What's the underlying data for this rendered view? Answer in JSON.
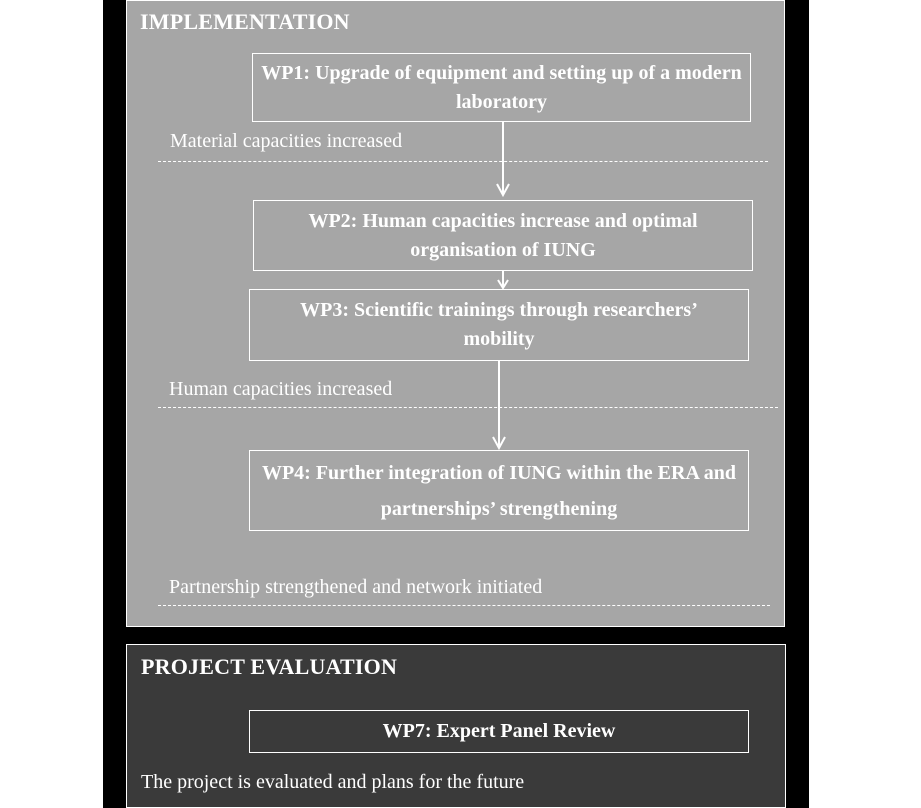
{
  "implementation": {
    "title": "IMPLEMENTATION",
    "wp1": "WP1: Upgrade of equipment and setting up of a modern laboratory",
    "outcome1": "Material capacities increased",
    "wp2": "WP2: Human capacities increase and optimal organisation of IUNG",
    "wp3": "WP3: Scientific trainings through researchers’ mobility",
    "outcome2": "Human capacities increased",
    "wp4": "WP4: Further integration of IUNG within the ERA and partnerships’ strengthening",
    "outcome3": "Partnership strengthened and network initiated"
  },
  "evaluation": {
    "title": "PROJECT EVALUATION",
    "wp7": "WP7: Expert Panel Review",
    "outcome": "The project is evaluated and plans for the future"
  },
  "colors": {
    "implementation_bg": "#a6a6a6",
    "evaluation_bg": "#3a3a3a",
    "frame": "#000000",
    "text": "#ffffff"
  }
}
